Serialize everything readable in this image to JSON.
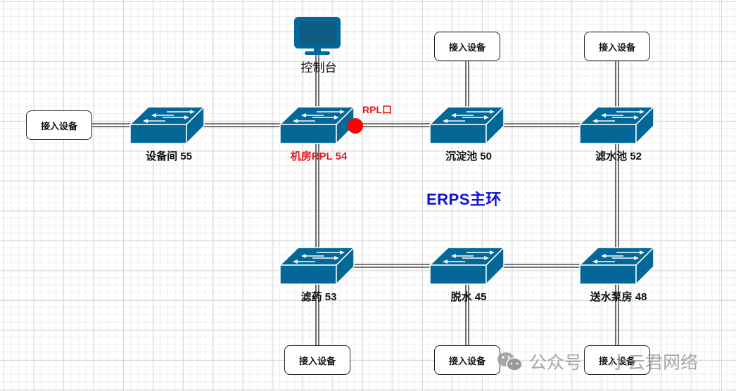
{
  "diagram": {
    "title": "ERPS主环",
    "rpl_port_label": "RPL口",
    "colors": {
      "switch": "#036897",
      "switch_edge": "#ffffff",
      "rpl_port": "#ff0000",
      "rpl_label": "#e8141c",
      "title": "#1010d8",
      "link": "#4a4a4a"
    },
    "console": {
      "label": "控制台",
      "icon": "monitor-icon"
    },
    "switches": [
      {
        "id": "sw55",
        "label": "设备间 55",
        "role": "normal"
      },
      {
        "id": "sw54",
        "label": "机房RPL 54",
        "role": "rpl-owner"
      },
      {
        "id": "sw50",
        "label": "沉淀池 50",
        "role": "normal"
      },
      {
        "id": "sw52",
        "label": "滤水池 52",
        "role": "normal"
      },
      {
        "id": "sw53",
        "label": "滤药 53",
        "role": "normal"
      },
      {
        "id": "sw45",
        "label": "脱水 45",
        "role": "normal"
      },
      {
        "id": "sw48",
        "label": "送水泵房 48",
        "role": "normal"
      }
    ],
    "access_devices": [
      {
        "id": "ad55",
        "label": "接入设备",
        "attached_to": "sw55"
      },
      {
        "id": "ad50",
        "label": "接入设备",
        "attached_to": "sw50"
      },
      {
        "id": "ad52",
        "label": "接入设备",
        "attached_to": "sw52"
      },
      {
        "id": "ad53",
        "label": "接入设备",
        "attached_to": "sw53"
      },
      {
        "id": "ad45",
        "label": "接入设备",
        "attached_to": "sw45"
      },
      {
        "id": "ad48",
        "label": "接入设备",
        "attached_to": "sw48"
      }
    ],
    "links": [
      [
        "ad55",
        "sw55"
      ],
      [
        "sw55",
        "sw54"
      ],
      [
        "console",
        "sw54"
      ],
      [
        "sw54",
        "sw50"
      ],
      [
        "sw50",
        "sw52"
      ],
      [
        "sw50",
        "ad50"
      ],
      [
        "sw52",
        "ad52"
      ],
      [
        "sw52",
        "sw48"
      ],
      [
        "sw48",
        "sw45"
      ],
      [
        "sw45",
        "sw53"
      ],
      [
        "sw53",
        "sw54"
      ],
      [
        "sw53",
        "ad53"
      ],
      [
        "sw45",
        "ad45"
      ],
      [
        "sw48",
        "ad48"
      ]
    ],
    "ring_links": [
      [
        "sw54",
        "sw50"
      ],
      [
        "sw50",
        "sw52"
      ],
      [
        "sw52",
        "sw48"
      ],
      [
        "sw48",
        "sw45"
      ],
      [
        "sw45",
        "sw53"
      ],
      [
        "sw53",
        "sw54"
      ]
    ],
    "rpl_link": [
      "sw54",
      "sw50"
    ]
  },
  "watermark": {
    "prefix": "公众号",
    "name": "小云君网络",
    "icon": "wechat-icon"
  }
}
